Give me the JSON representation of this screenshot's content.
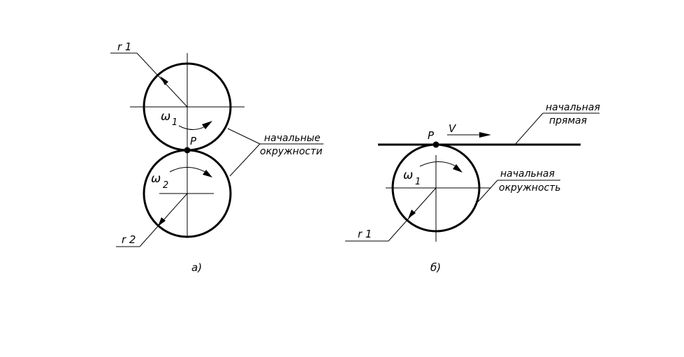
{
  "left": {
    "r1": "r 1",
    "r2": "r 2",
    "omega1_sym": "ω",
    "omega1_sub": "1",
    "omega2_sym": "ω",
    "omega2_sub": "2",
    "pitch_point": "P",
    "circles_label_line1": "начальные",
    "circles_label_line2": "окружности",
    "caption": "а)"
  },
  "right": {
    "velocity": "V",
    "pitch_point": "P",
    "omega1_sym": "ω",
    "omega1_sub": "1",
    "line_label_line1": "начальная",
    "line_label_line2": "прямая",
    "circle_label_line1": "начальная",
    "circle_label_line2": "окружность",
    "r1": "r 1",
    "caption": "б)"
  }
}
